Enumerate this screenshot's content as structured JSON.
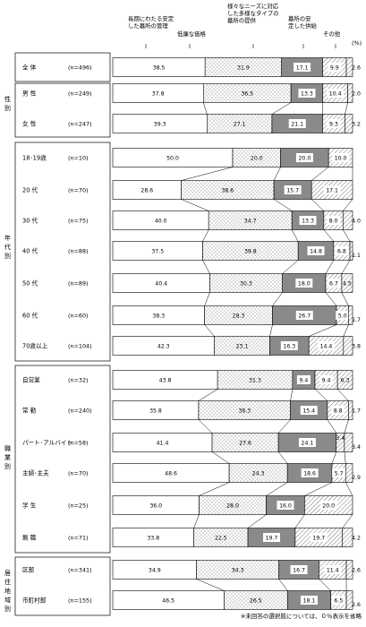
{
  "chart_data": {
    "type": "bar",
    "stacked": true,
    "orientation": "horizontal",
    "unit": "(%)",
    "legend": [
      "長期にわたる安定した墓所の管理",
      "低廉な価格",
      "様々なニーズに対応した多様なタイプの墓所の提供",
      "墓所の安定した供給",
      "その他"
    ],
    "groups": [
      {
        "name": "",
        "rows": [
          {
            "label": "全 体",
            "n": "(n=496)",
            "values": [
              38.5,
              31.9,
              17.1,
              9.9,
              2.6
            ]
          }
        ]
      },
      {
        "name": "性別",
        "rows": [
          {
            "label": "男 性",
            "n": "(n=249)",
            "values": [
              37.8,
              36.5,
              13.3,
              10.4,
              2.0
            ]
          },
          {
            "label": "女 性",
            "n": "(n=247)",
            "values": [
              39.3,
              27.1,
              21.1,
              9.3,
              3.2
            ]
          }
        ]
      },
      {
        "name": "年代別",
        "rows": [
          {
            "label": "18･19歳",
            "n": "(n=10)",
            "values": [
              50.0,
              20.0,
              20.0,
              10.0,
              0
            ]
          },
          {
            "label": "20 代",
            "n": "(n=70)",
            "values": [
              28.6,
              38.6,
              15.7,
              17.1,
              0
            ]
          },
          {
            "label": "30 代",
            "n": "(n=75)",
            "values": [
              40.0,
              34.7,
              13.3,
              8.0,
              4.0
            ]
          },
          {
            "label": "40 代",
            "n": "(n=88)",
            "values": [
              37.5,
              39.8,
              14.8,
              6.8,
              1.1
            ]
          },
          {
            "label": "50 代",
            "n": "(n=89)",
            "values": [
              40.4,
              30.3,
              18.0,
              6.7,
              4.5
            ]
          },
          {
            "label": "60 代",
            "n": "(n=60)",
            "values": [
              38.3,
              28.3,
              26.7,
              5.0,
              1.7
            ]
          },
          {
            "label": "70歳以上",
            "n": "(n=104)",
            "values": [
              42.3,
              23.1,
              16.3,
              14.4,
              3.8
            ]
          }
        ]
      },
      {
        "name": "職業別",
        "rows": [
          {
            "label": "自営業",
            "n": "(n=32)",
            "values": [
              43.8,
              31.3,
              9.4,
              9.4,
              6.3
            ]
          },
          {
            "label": "常 勤",
            "n": "(n=240)",
            "values": [
              35.8,
              38.3,
              15.4,
              8.8,
              1.7
            ]
          },
          {
            "label": "パート･アルバイト",
            "n": "(n=58)",
            "values": [
              41.4,
              27.6,
              24.1,
              3.4,
              3.4
            ]
          },
          {
            "label": "主婦･主夫",
            "n": "(n=70)",
            "values": [
              48.6,
              24.3,
              18.6,
              5.7,
              2.9
            ]
          },
          {
            "label": "学 生",
            "n": "(n=25)",
            "values": [
              36.0,
              28.0,
              16.0,
              20.0,
              0
            ]
          },
          {
            "label": "無 職",
            "n": "(n=71)",
            "values": [
              33.8,
              22.5,
              19.7,
              19.7,
              4.2
            ]
          }
        ]
      },
      {
        "name": "居住地域別",
        "rows": [
          {
            "label": "区部",
            "n": "(n=341)",
            "values": [
              34.9,
              34.3,
              16.7,
              11.4,
              2.6
            ]
          },
          {
            "label": "市町村部",
            "n": "(n=155)",
            "values": [
              46.5,
              26.5,
              18.1,
              6.5,
              2.6
            ]
          }
        ]
      }
    ],
    "xlim": [
      0,
      100
    ],
    "footnote": "※未回答の選択肢については、０％表示を省略"
  }
}
